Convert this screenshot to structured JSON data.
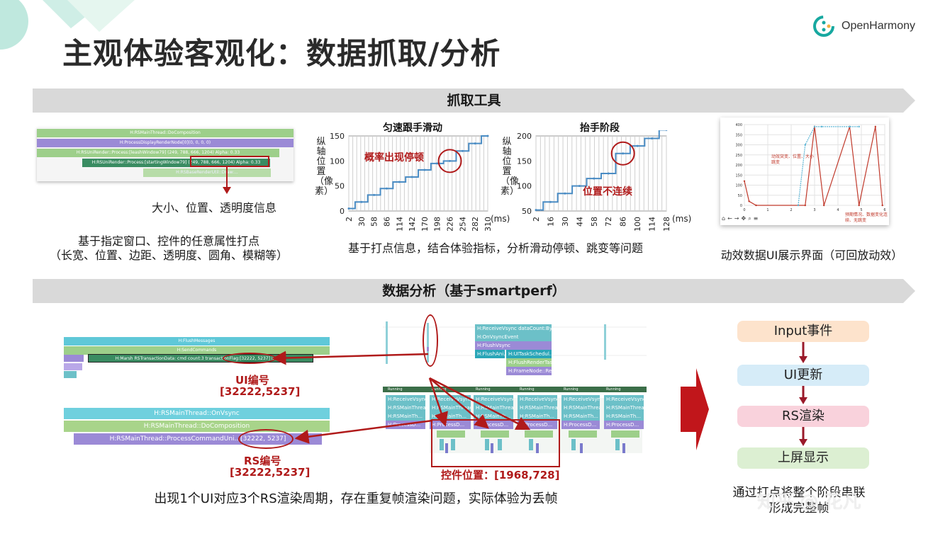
{
  "slide": {
    "title": "主观体验客观化：数据抓取/分析",
    "logo_text": "OpenHarmony"
  },
  "section1": {
    "banner": "抓取工具",
    "trace": {
      "bars": [
        "H:RSMainThread::DoComposition",
        "H:ProcessDisplayRenderNode[0](0, 0, 0, 0)",
        "H:RSUniRender::Process:[leashWindow79] (249, 788, 666, 1204) Alpha: 0.33",
        "H:RSUniRender::Process:[startingWindow79] (249, 788, 666, 1204) Alpha: 0.33",
        "H:RSBaseRenderUtil::Draw:..."
      ],
      "highlight": "(249, 788, 666, 1204) Alpha: 0.33",
      "annotation": "大小、位置、透明度信息"
    },
    "caption_left": [
      "基于指定窗口、控件的任意属性打点",
      "（长宽、位置、边距、透明度、圆角、模糊等）"
    ],
    "caption_mid": "基于打点信息，结合体验指标，分析滑动停顿、跳变等问题",
    "caption_right": "动效数据UI展示界面（可回放动效）",
    "anim_panel": {
      "note1": "动效突变、位置、大小跳变",
      "note2": "预期情况、数据变化连续、无跳变"
    }
  },
  "chart_data": [
    {
      "type": "line",
      "title": "匀速跟手滑动",
      "ylabel": "纵轴位置（像素）",
      "xlabel": "(ms)",
      "annotation": "概率出现停顿",
      "ylim": [
        0,
        150
      ],
      "yticks": [
        0,
        50,
        100,
        150
      ],
      "categories": [
        "2",
        "30",
        "58",
        "86",
        "114",
        "142",
        "170",
        "198",
        "226",
        "254",
        "282",
        "310"
      ],
      "series": [
        {
          "values": [
            5,
            18,
            32,
            45,
            58,
            68,
            82,
            95,
            100,
            120,
            135,
            150
          ]
        }
      ]
    },
    {
      "type": "line",
      "title": "抬手阶段",
      "ylabel": "纵轴位置（像素）",
      "xlabel": "(ms)",
      "annotation": "位置不连续",
      "ylim": [
        50,
        200
      ],
      "yticks": [
        50,
        100,
        150,
        200
      ],
      "categories": [
        "2",
        "16",
        "30",
        "44",
        "58",
        "72",
        "86",
        "100",
        "114",
        "128"
      ],
      "series": [
        {
          "values": [
            52,
            68,
            85,
            100,
            115,
            125,
            165,
            180,
            195,
            212
          ]
        }
      ]
    },
    {
      "type": "line",
      "title": "",
      "ylim": [
        0,
        400
      ],
      "yticks": [
        0,
        50,
        100,
        150,
        200,
        250,
        300,
        350,
        400
      ],
      "x": [
        0,
        1,
        2,
        3,
        4,
        5,
        6
      ],
      "series": [
        {
          "color": "#c0392b",
          "values": [
            [
              0,
              120
            ],
            [
              0.2,
              20
            ],
            [
              0.5,
              0
            ],
            [
              2.6,
              0
            ],
            [
              3.0,
              390
            ],
            [
              3.4,
              0
            ],
            [
              4.5,
              390
            ],
            [
              4.9,
              0
            ],
            [
              5.6,
              390
            ],
            [
              5.9,
              0
            ]
          ]
        },
        {
          "color": "#5bb5d5",
          "values": [
            [
              2.3,
              0
            ],
            [
              2.6,
              300
            ],
            [
              3.0,
              390
            ],
            [
              3.3,
              390
            ],
            [
              4.5,
              390
            ],
            [
              4.9,
              390
            ]
          ]
        }
      ]
    }
  ],
  "section2": {
    "banner": "数据分析（基于smartperf）",
    "top_bars": [
      "H:FlushMessages",
      "H:SendCommands",
      "H:Marsh RSTransactionData: cmd count:3 transactionFlag:[32222, 5237] isUni..."
    ],
    "ui_label": "UI编号",
    "ui_id": "[32222,5237]",
    "rs_bars": [
      "H:RSMainThread::OnVsync",
      "H:RSMainThread::DoComposition",
      "H:RSMainThread::ProcessCommandUni.. [32222, 5237]"
    ],
    "rs_label": "RS编号",
    "rs_id": "[32222,5237]",
    "control_pos": "控件位置：[1968,728]",
    "bottom_caption": "出现1个UI对应3个RS渲染周期，存在重复帧渲染问题，实际体验为丢帧",
    "popup_bars": [
      "H:ReceiveVsync dataCount:Bytes...",
      "H:OnVsyncEvent",
      "H:FlushVsync",
      "H:FlushAni...",
      "H:UITaskSchedul...",
      "H:FlushRenderTask",
      "H:FrameNode::Re..."
    ],
    "cluster_bars": [
      "Running",
      "H:ReceiveVsync...",
      "H:RSMainThread...",
      "H:RSMainTh...",
      "H:ProcessD..."
    ]
  },
  "flow": {
    "steps": [
      "Input事件",
      "UI更新",
      "RS渲染",
      "上屏显示"
    ],
    "colors": [
      "#fde3cc",
      "#d6ecf8",
      "#f9d2dc",
      "#dcefd2"
    ],
    "caption": [
      "通过打点将整个阶段串联",
      "形成完整帧"
    ],
    "watermark": "知乎 @ 花凡"
  }
}
